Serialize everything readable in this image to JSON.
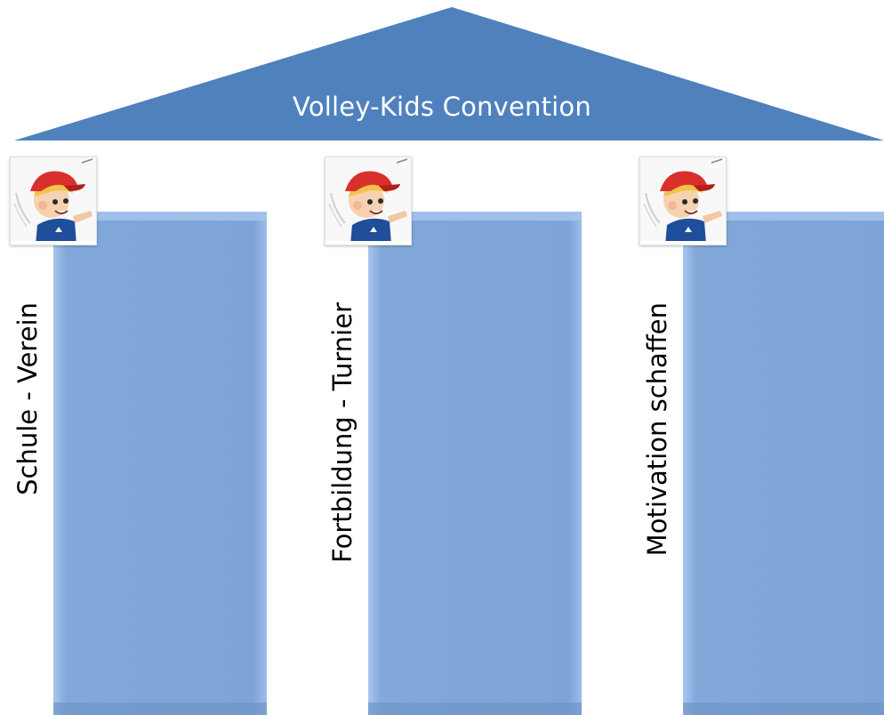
{
  "roof": {
    "title": "Volley-Kids Convention",
    "color": "#4f81bd"
  },
  "pillars": [
    {
      "label": "Schule - Verein"
    },
    {
      "label": "Fortbildung - Turnier"
    },
    {
      "label": "Motivation schaffen"
    }
  ],
  "colors": {
    "pillar_fill": "#7fa5d8",
    "pillar_edge": "#9ec0ea",
    "pillar_dark": "#6a90c4"
  },
  "icons": {
    "mascot": "boy-with-red-cap-icon"
  }
}
